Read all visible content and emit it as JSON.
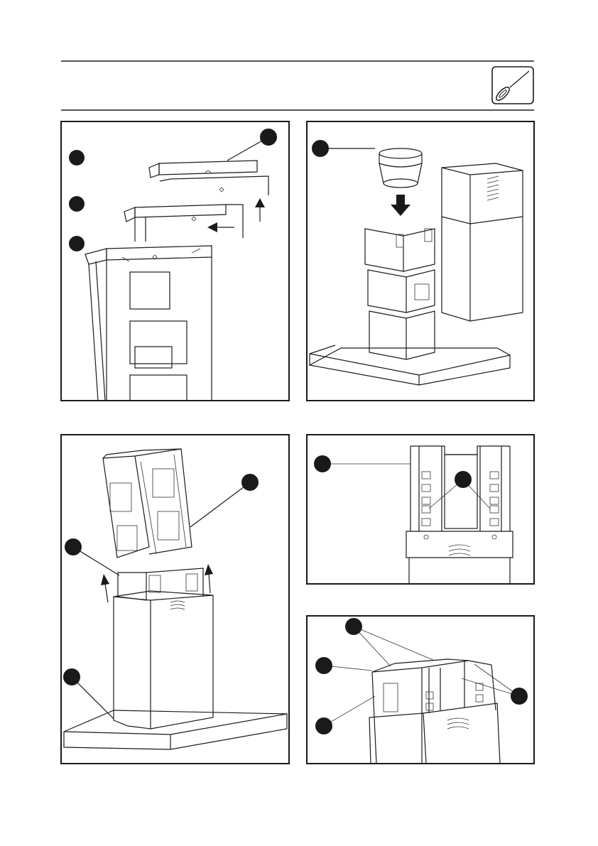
{
  "header": {
    "icon": "screwdriver-icon",
    "rule_color": "#555555"
  },
  "colors": {
    "line_art": "#1a1a1a",
    "callout": "#1a1a1a",
    "background": "#ffffff"
  },
  "figures": [
    {
      "name": "bracket-assembly",
      "icons": [
        "arrow-up-icon",
        "arrow-left-icon"
      ]
    },
    {
      "name": "duct-adapter-chimney",
      "icons": [
        "arrow-down-icon"
      ]
    },
    {
      "name": "inner-chimney-lift",
      "icons": [
        "arrow-up-icon",
        "arrow-up-icon"
      ]
    },
    {
      "name": "bracket-screw-detail",
      "icons": []
    },
    {
      "name": "chimney-top-detail",
      "icons": []
    }
  ]
}
